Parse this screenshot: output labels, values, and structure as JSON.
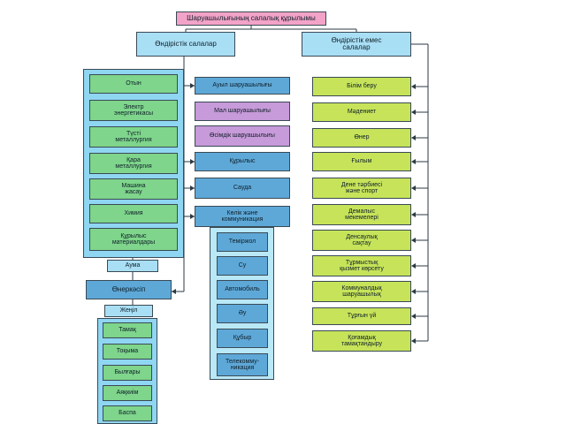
{
  "title": "Шаруашылығының салалық құрылымы",
  "production": {
    "label": "Өндірістік салалар",
    "industry_group": [
      "Отын",
      "Электр\nэнергетикасы",
      "Түсті\nметаллургия",
      "Қара\nметаллургия",
      "Машина\nжасау",
      "Химия",
      "Құрылыс\nматериалдары"
    ],
    "forest": "Аума",
    "main_branches": [
      "Ауыл шаруашылығы",
      "Мал шаруашылығы",
      "Өсімдік шаруашылығы",
      "Құрылыс",
      "Сауда",
      "Көлік және\nкоммуникация"
    ],
    "transport": [
      "Теміржол",
      "Су",
      "Автомобиль",
      "Әу",
      "Құбыр",
      "Телекомму-\nникация"
    ],
    "industry": "Өнеркәсіп",
    "light": "Жеңіл",
    "light_items": [
      "Тамақ",
      "Тоқыма",
      "Былғары",
      "Аяқкиім",
      "Баспа"
    ]
  },
  "nonproduction": {
    "label": "Өндірістік емес\nсалалар",
    "items": [
      "Білім беру",
      "Мәдениет",
      "Өнер",
      "Ғылым",
      "Дене тәрбиесі\nжәне спорт",
      "Демалыс\nмекемелері",
      "Денсаулық\nсақтау",
      "Тұрмыстық\nқызмет көрсету",
      "Коммуналдық\nшаруашылық",
      "Тұрғын үй",
      "Қоғамдық\nтамақтандыру"
    ]
  },
  "colors": {
    "title": "#f3a3c8",
    "production": "#a9dff5",
    "industry_region": "#8fd6f2",
    "industry_items": "#7ed58b",
    "branches": "#5ea8d8",
    "livestock": "#c79ad9",
    "nonproduction_items": "#c7e35a"
  }
}
